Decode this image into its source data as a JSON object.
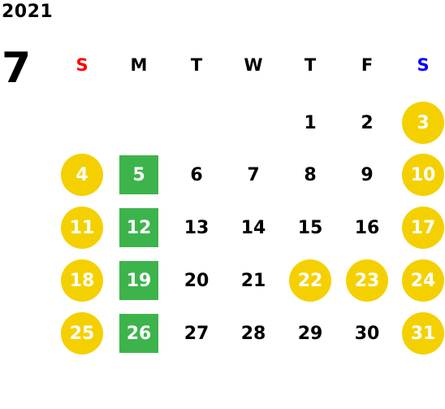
{
  "calendar": {
    "year": "2021",
    "month": "7",
    "weekdays": [
      {
        "label": "S",
        "color": "#ff0000"
      },
      {
        "label": "M",
        "color": "#000000"
      },
      {
        "label": "T",
        "color": "#000000"
      },
      {
        "label": "W",
        "color": "#000000"
      },
      {
        "label": "T",
        "color": "#000000"
      },
      {
        "label": "F",
        "color": "#000000"
      },
      {
        "label": "S",
        "color": "#0000ff"
      }
    ],
    "colors": {
      "holiday": "#f5d000",
      "closed": "#3cb44b"
    },
    "weeks": [
      [
        null,
        null,
        null,
        null,
        {
          "d": "1",
          "t": "normal"
        },
        {
          "d": "2",
          "t": "normal"
        },
        {
          "d": "3",
          "t": "holiday"
        }
      ],
      [
        {
          "d": "4",
          "t": "holiday"
        },
        {
          "d": "5",
          "t": "closed"
        },
        {
          "d": "6",
          "t": "normal"
        },
        {
          "d": "7",
          "t": "normal"
        },
        {
          "d": "8",
          "t": "normal"
        },
        {
          "d": "9",
          "t": "normal"
        },
        {
          "d": "10",
          "t": "holiday"
        }
      ],
      [
        {
          "d": "11",
          "t": "holiday"
        },
        {
          "d": "12",
          "t": "closed"
        },
        {
          "d": "13",
          "t": "normal"
        },
        {
          "d": "14",
          "t": "normal"
        },
        {
          "d": "15",
          "t": "normal"
        },
        {
          "d": "16",
          "t": "normal"
        },
        {
          "d": "17",
          "t": "holiday"
        }
      ],
      [
        {
          "d": "18",
          "t": "holiday"
        },
        {
          "d": "19",
          "t": "closed"
        },
        {
          "d": "20",
          "t": "normal"
        },
        {
          "d": "21",
          "t": "normal"
        },
        {
          "d": "22",
          "t": "holiday"
        },
        {
          "d": "23",
          "t": "holiday"
        },
        {
          "d": "24",
          "t": "holiday"
        }
      ],
      [
        {
          "d": "25",
          "t": "holiday"
        },
        {
          "d": "26",
          "t": "closed"
        },
        {
          "d": "27",
          "t": "normal"
        },
        {
          "d": "28",
          "t": "normal"
        },
        {
          "d": "29",
          "t": "normal"
        },
        {
          "d": "30",
          "t": "normal"
        },
        {
          "d": "31",
          "t": "holiday"
        }
      ]
    ]
  }
}
